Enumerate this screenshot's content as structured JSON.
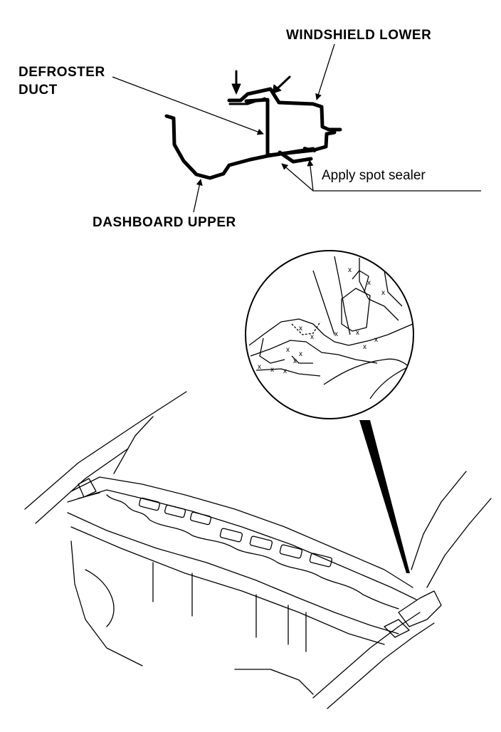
{
  "labels": {
    "windshield_lower": "WINDSHIELD LOWER",
    "defroster_duct_line1": "DEFROSTER",
    "defroster_duct_line2": "DUCT",
    "apply_spot_sealer": "Apply spot sealer",
    "dashboard_upper": "DASHBOARD UPPER"
  },
  "colors": {
    "ink": "#000000",
    "paper": "#ffffff"
  }
}
